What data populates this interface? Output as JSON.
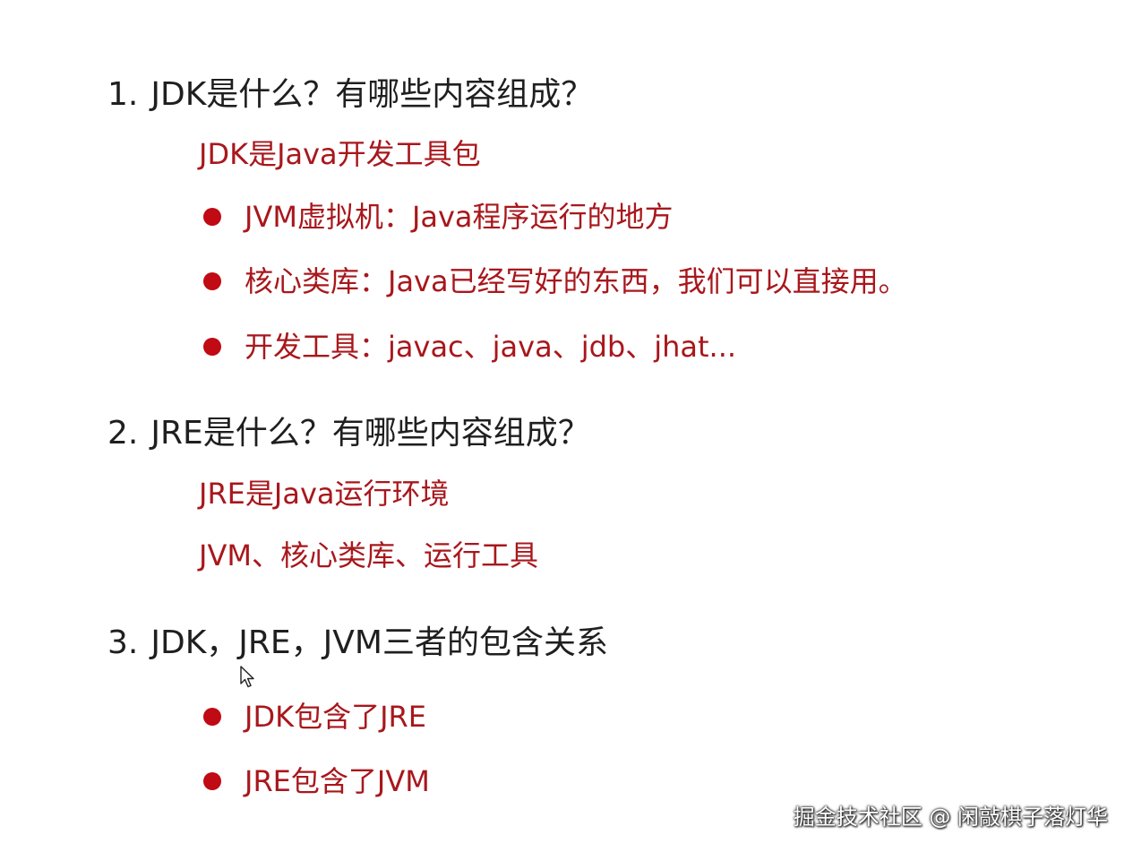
{
  "q1": {
    "number": "1.",
    "text": "JDK是什么？有哪些内容组成？",
    "definition": "JDK是Java开发工具包",
    "items": [
      "JVM虚拟机：Java程序运行的地方",
      "核心类库：Java已经写好的东西，我们可以直接用。",
      "开发工具：javac、java、jdb、jhat..."
    ]
  },
  "q2": {
    "number": "2.",
    "text": "JRE是什么？有哪些内容组成？",
    "definition": "JRE是Java运行环境",
    "components": "JVM、核心类库、运行工具"
  },
  "q3": {
    "number": "3.",
    "text": "JDK，JRE，JVM三者的包含关系",
    "items": [
      "JDK包含了JRE",
      "JRE包含了JVM"
    ]
  },
  "watermark": "掘金技术社区 @ 闲敲棋子落灯华",
  "colors": {
    "question": "#1f1f1f",
    "answer": "#a8171c",
    "bullet": "#c00a14"
  }
}
